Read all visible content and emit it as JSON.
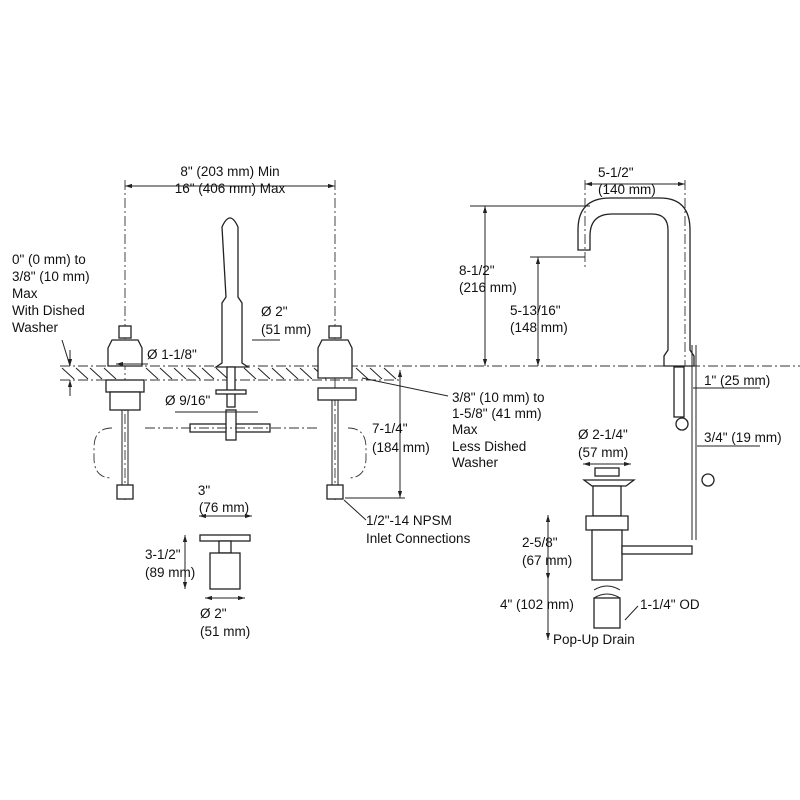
{
  "faucet_widespread": {
    "spacing": [
      "8\" (203 mm) Min",
      "16\" (406 mm) Max"
    ],
    "deck_thickness_with_washer": [
      "0\" (0 mm) to",
      "3/8\" (10 mm)",
      "Max",
      "With Dished",
      "Washer"
    ],
    "spout_base_diameter": [
      "Ø 2\"",
      "(51 mm)"
    ],
    "valve_hole_diameter": "Ø 1-1/8\"",
    "spout_shank_diameter": "Ø 9/16\"",
    "deck_thickness_less_washer": [
      "3/8\" (10 mm) to",
      "1-5/8\" (41 mm)",
      "Max",
      "Less Dished",
      "Washer"
    ],
    "below_deck_depth": [
      "7-1/4\"",
      "(184 mm)"
    ],
    "inlet": [
      "1/2\"-14 NPSM",
      "Inlet Connections"
    ]
  },
  "handle": {
    "width": [
      "3\"",
      "(76 mm)"
    ],
    "height": [
      "3-1/2\"",
      "(89 mm)"
    ],
    "base_diameter": [
      "Ø 2\"",
      "(51 mm)"
    ]
  },
  "spout_side": {
    "reach": [
      "5-1/2\"",
      "(140 mm)"
    ],
    "overall_height": [
      "8-1/2\"",
      "(216 mm)"
    ],
    "spout_height": [
      "5-13/16\"",
      "(148 mm)"
    ],
    "shank_offset": "1\" (25 mm)",
    "rod_offset": "3/4\" (19 mm)"
  },
  "drain": {
    "flange_diameter": [
      "Ø 2-1/4\"",
      "(57 mm)"
    ],
    "body_height": [
      "2-5/8\"",
      "(67 mm)"
    ],
    "tailpiece_length": "4\" (102 mm)",
    "tailpiece_od": "1-1/4\" OD",
    "caption": "Pop-Up Drain"
  }
}
